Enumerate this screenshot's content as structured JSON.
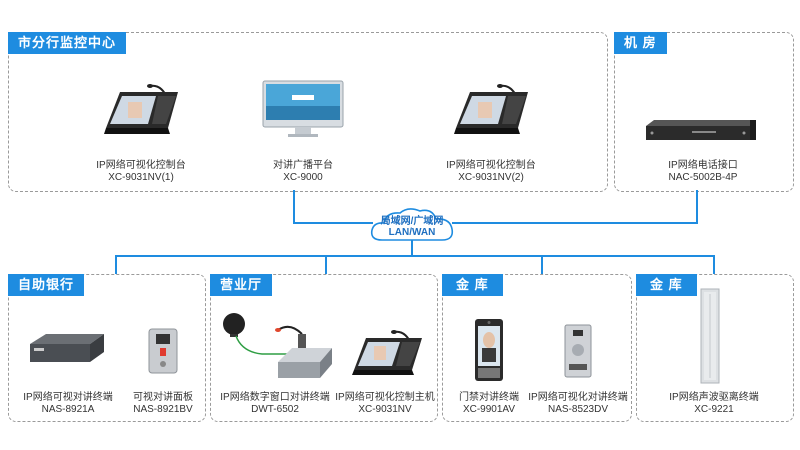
{
  "colors": {
    "accent": "#1e8ce0",
    "border": "#9a9a9a"
  },
  "sections": {
    "city_center": "市分行监控中心",
    "machine_room": "机 房",
    "self_bank": "自助银行",
    "business_hall": "营业厅",
    "vault1": "金 库",
    "vault2": "金 库"
  },
  "cloud": {
    "line1": "局域网/广域网",
    "line2": "LAN/WAN"
  },
  "devices": {
    "console1": {
      "name": "IP网络可视化控制台",
      "model": "XC-9031NV(1)"
    },
    "platform": {
      "name": "对讲广播平台",
      "model": "XC-9000"
    },
    "console2": {
      "name": "IP网络可视化控制台",
      "model": "XC-9031NV(2)"
    },
    "gateway": {
      "name": "IP网络电话接口",
      "model": "NAC-5002B-4P"
    },
    "terminal_8921a": {
      "name": "IP网络可视对讲终端",
      "model": "NAS-8921A"
    },
    "panel_8921bv": {
      "name": "可视对讲面板",
      "model": "NAS-8921BV"
    },
    "window_6502": {
      "name": "IP网络数字窗口对讲终端",
      "model": "DWT-6502"
    },
    "host_9031": {
      "name": "IP网络可视化控制主机",
      "model": "XC-9031NV"
    },
    "access_9901": {
      "name": "门禁对讲终端",
      "model": "XC-9901AV"
    },
    "terminal_8523": {
      "name": "IP网络可视化对讲终端",
      "model": "NAS-8523DV"
    },
    "acoustic_9221": {
      "name": "IP网络声波驱离终端",
      "model": "XC-9221"
    }
  }
}
